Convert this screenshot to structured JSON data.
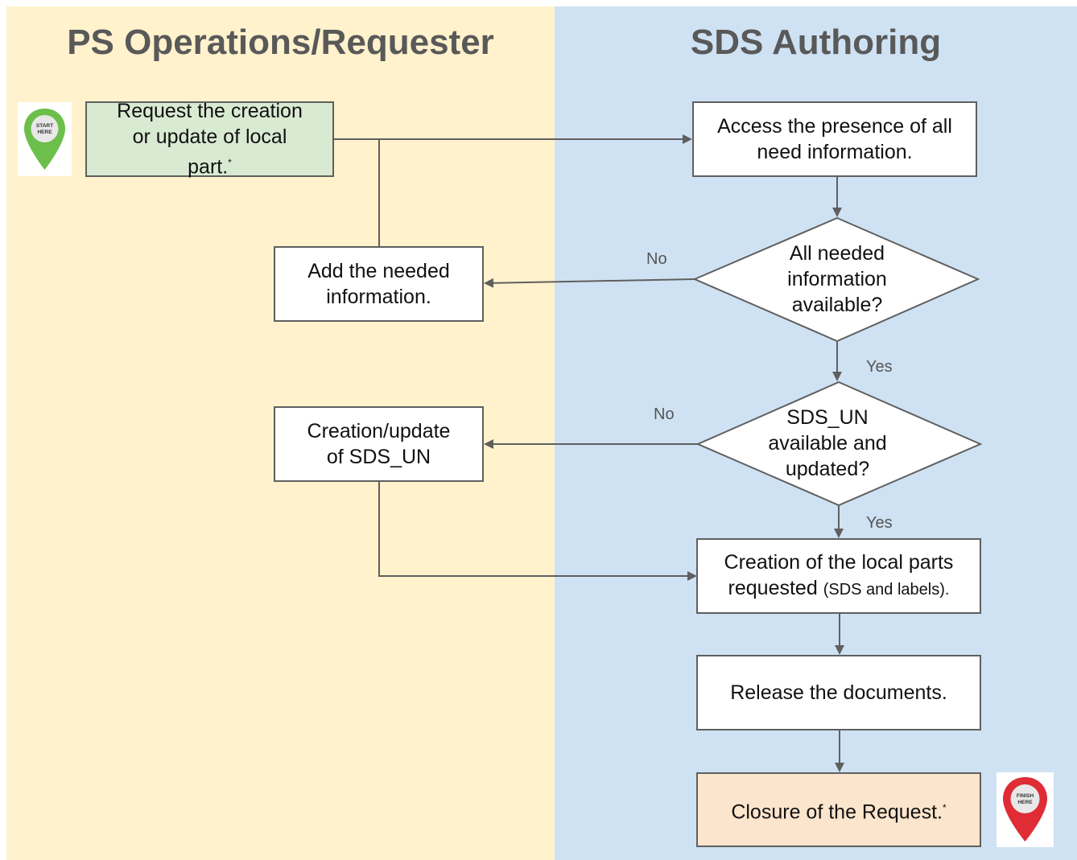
{
  "lanes": {
    "left_title": "PS Operations/Requester",
    "right_title": "SDS Authoring"
  },
  "nodes": {
    "request": [
      "Request the creation",
      "or update of local",
      "part."
    ],
    "access": [
      "Access the presence of all",
      "need information."
    ],
    "add_info": [
      "Add the needed",
      "information."
    ],
    "decision_info": [
      "All needed",
      "information",
      "available?"
    ],
    "create_sds": [
      "Creation/update",
      "of SDS_UN"
    ],
    "decision_sds": [
      "SDS_UN",
      "available and",
      "updated?"
    ],
    "create_parts_line1": "Creation of the local parts",
    "create_parts_line2_main": "requested",
    "create_parts_line2_small": "(SDS and labels).",
    "release": "Release the documents.",
    "closure": "Closure of the Request."
  },
  "markers": {
    "star": "*",
    "start_icon_text": [
      "START",
      "HERE"
    ],
    "finish_icon_text": [
      "FINISH",
      "HERE"
    ]
  },
  "edge_labels": {
    "no_1": "No",
    "yes_1": "Yes",
    "no_2": "No",
    "yes_2": "Yes"
  },
  "colors": {
    "left_lane": "#fff2cc",
    "right_lane": "#cfe2f3",
    "start_box": "#d9ead3",
    "closure_box": "#fce5cd",
    "start_pin": "#6cbf4a",
    "finish_pin": "#e02c35",
    "wire": "#5f5f5f"
  }
}
